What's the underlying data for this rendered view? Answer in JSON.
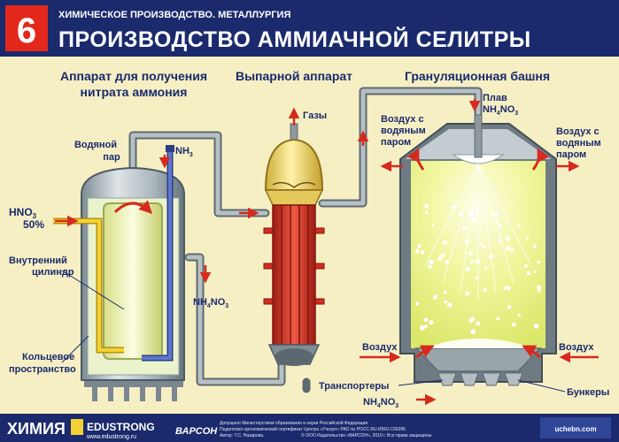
{
  "header": {
    "badge": "6",
    "subtitle": "ХИМИЧЕСКОЕ ПРОИЗВОДСТВО. МЕТАЛЛУРГИЯ",
    "title": "ПРОИЗВОДСТВО АММИАЧНОЙ СЕЛИТРЫ"
  },
  "sections": {
    "reactor_line1": "Аппарат для получения",
    "reactor_line2": "нитрата аммония",
    "evaporator": "Выпарной аппарат",
    "tower": "Грануляционная башня"
  },
  "labels": {
    "steam_1": "Водяной",
    "steam_2": "пар",
    "nh3_main": "NH",
    "nh3_sub": "3",
    "hno3_main": "HNO",
    "hno3_sub": "3",
    "hno3_pct": "50%",
    "inner_1": "Внутренний",
    "inner_2": "цилиндр",
    "ring_1": "Кольцевое",
    "ring_2": "пространство",
    "nh4no3_1_a": "NH",
    "nh4no3_1_b": "4",
    "nh4no3_1_c": "NO",
    "nh4no3_1_d": "3",
    "gases": "Газы",
    "melt_1": "Плав",
    "melt_2a": "NH",
    "melt_2b": "4",
    "melt_2c": "NO",
    "melt_2d": "3",
    "air_steam_l1": "Воздух с",
    "air_steam_l2": "водяным",
    "air_steam_l3": "паром",
    "air_steam_r1": "Воздух с",
    "air_steam_r2": "водяным",
    "air_steam_r3": "паром",
    "air_l": "Воздух",
    "air_r": "Воздух",
    "conveyors": "Транспортеры",
    "bunkers": "Бункеры",
    "nh4no3_2_a": "NH",
    "nh4no3_2_b": "4",
    "nh4no3_2_c": "NO",
    "nh4no3_2_d": "3"
  },
  "footer": {
    "brand": "ХИМИЯ",
    "edu": "EDUSTRONG",
    "site": "www.edustrong.ru",
    "varson": "ВАРСОН",
    "fine_1": "Допущено Министерством образования и науки Российской Федерации",
    "fine_2": "Педагогико-эргономический сертификат Центра «Учсерт» РАО № РОСС.RU.И550.С00286",
    "fine_3": "Автор: Т.С. Назарова.",
    "fine_4": "© ООО Издательство «ВАРСОН», 2010 г. Все права защищены.",
    "logo_right": "uchebn.com"
  },
  "colors": {
    "cream": "#f6efc4",
    "navy": "#1a2a6c",
    "red": "#d52b1e",
    "steel": "#8a9aa4",
    "liquid": "#e9f3c4",
    "tower_glow": "#eef79a",
    "yellow_pipe": "#f3d235",
    "blue_pipe": "#4960b0"
  }
}
